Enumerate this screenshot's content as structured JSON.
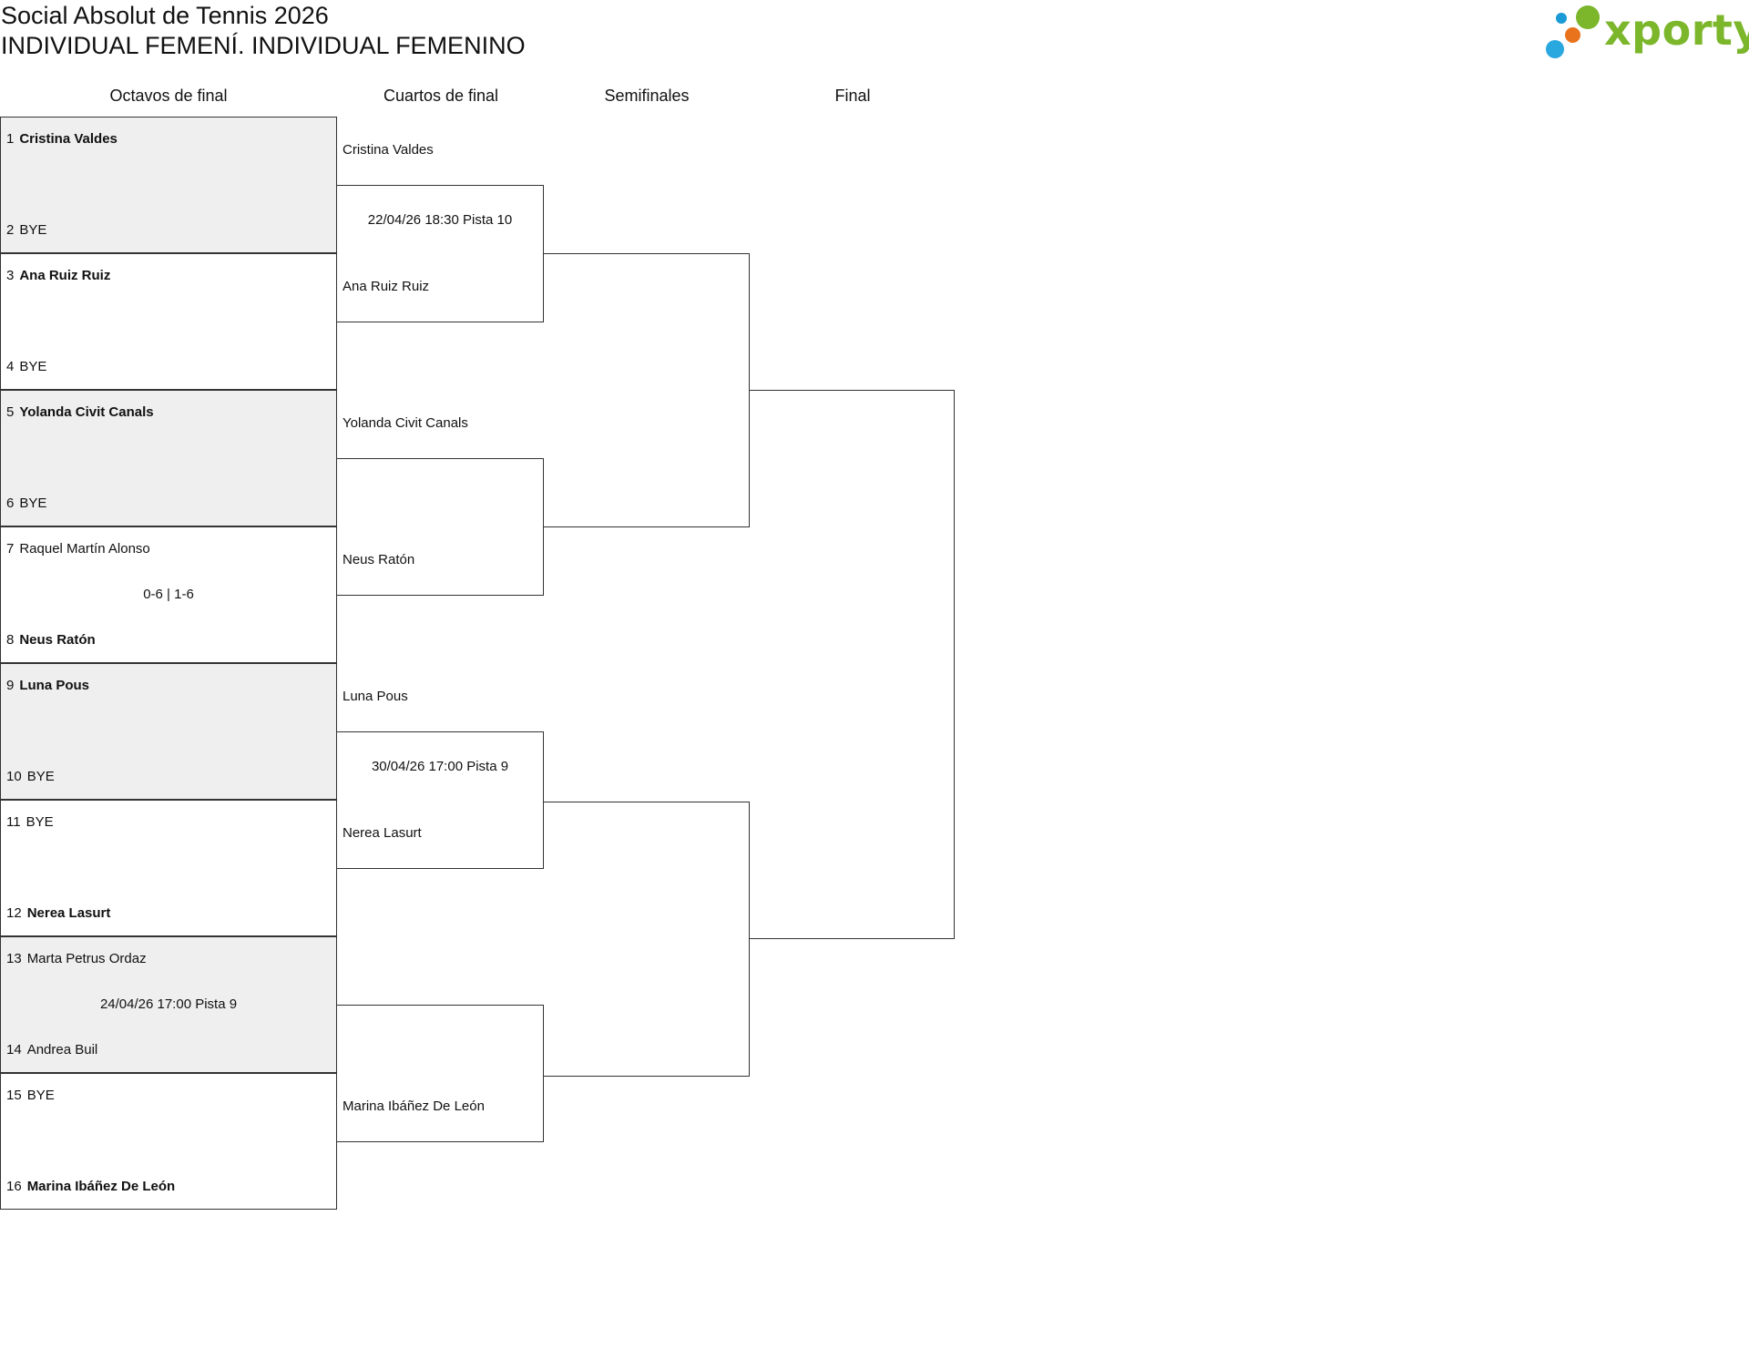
{
  "header": {
    "title": "Social Absolut de Tennis 2026",
    "subtitle": "INDIVIDUAL FEMENÍ. INDIVIDUAL FEMENINO"
  },
  "logo": {
    "text": "xporty",
    "colors": {
      "green": "#7bb62b",
      "blue": "#1a9ad6",
      "orange": "#e8731c",
      "light_blue": "#29a8e0"
    }
  },
  "rounds": [
    "Octavos de final",
    "Cuartos de final",
    "Semifinales",
    "Final"
  ],
  "round_of_16": [
    {
      "top": {
        "seed": "1",
        "name": "Cristina Valdes"
      },
      "bottom": {
        "seed": "2",
        "name": "BYE"
      },
      "winner": "top",
      "info": ""
    },
    {
      "top": {
        "seed": "3",
        "name": "Ana Ruiz Ruiz"
      },
      "bottom": {
        "seed": "4",
        "name": "BYE"
      },
      "winner": "top",
      "info": ""
    },
    {
      "top": {
        "seed": "5",
        "name": "Yolanda Civit Canals"
      },
      "bottom": {
        "seed": "6",
        "name": "BYE"
      },
      "winner": "top",
      "info": ""
    },
    {
      "top": {
        "seed": "7",
        "name": "Raquel Martín Alonso"
      },
      "bottom": {
        "seed": "8",
        "name": "Neus Ratón"
      },
      "winner": "bottom",
      "info": "0-6 | 1-6"
    },
    {
      "top": {
        "seed": "9",
        "name": "Luna Pous"
      },
      "bottom": {
        "seed": "10",
        "name": "BYE"
      },
      "winner": "top",
      "info": ""
    },
    {
      "top": {
        "seed": "11",
        "name": "BYE"
      },
      "bottom": {
        "seed": "12",
        "name": "Nerea Lasurt"
      },
      "winner": "bottom",
      "info": ""
    },
    {
      "top": {
        "seed": "13",
        "name": "Marta Petrus Ordaz"
      },
      "bottom": {
        "seed": "14",
        "name": "Andrea Buil"
      },
      "winner": "",
      "info": "24/04/26 17:00 Pista 9"
    },
    {
      "top": {
        "seed": "15",
        "name": "BYE"
      },
      "bottom": {
        "seed": "16",
        "name": "Marina Ibáñez De León"
      },
      "winner": "bottom",
      "info": ""
    }
  ],
  "quarterfinals": [
    {
      "top": "Cristina Valdes",
      "bottom": "Ana Ruiz Ruiz",
      "info": "22/04/26 18:30 Pista 10"
    },
    {
      "top": "Yolanda Civit Canals",
      "bottom": "Neus Ratón",
      "info": ""
    },
    {
      "top": "Luna Pous",
      "bottom": "Nerea Lasurt",
      "info": "30/04/26 17:00 Pista 9"
    },
    {
      "top": "",
      "bottom": "Marina Ibáñez De León",
      "info": ""
    }
  ]
}
